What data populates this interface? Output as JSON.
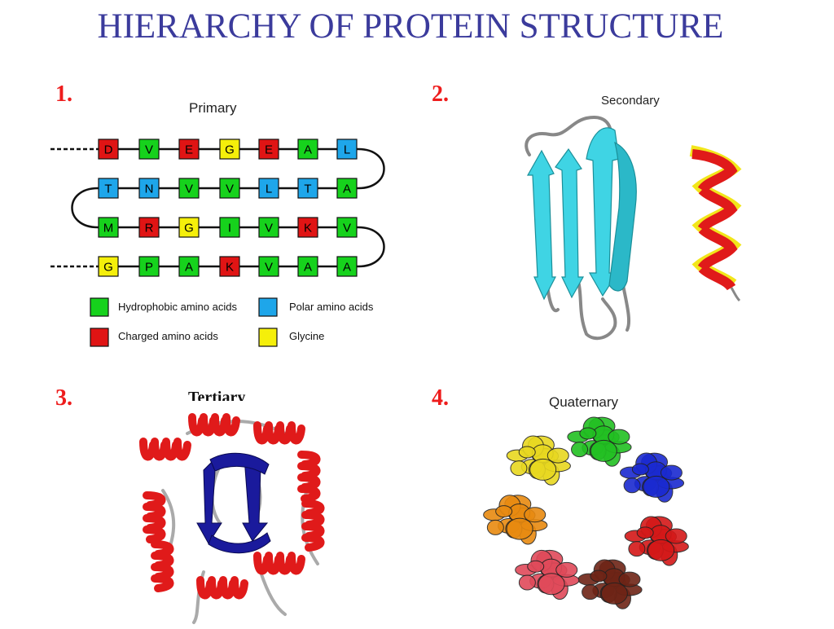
{
  "title": "HIERARCHY OF PROTEIN STRUCTURE",
  "panels": {
    "primary": {
      "number": "1.",
      "label": "Primary"
    },
    "secondary": {
      "number": "2.",
      "label": "Secondary"
    },
    "tertiary": {
      "number": "3.",
      "label": "Tertiary"
    },
    "quaternary": {
      "number": "4.",
      "label": "Quaternary"
    }
  },
  "sequence_rows": [
    [
      {
        "aa": "D",
        "cls": "charged"
      },
      {
        "aa": "V",
        "cls": "hydrophobic"
      },
      {
        "aa": "E",
        "cls": "charged"
      },
      {
        "aa": "G",
        "cls": "glycine"
      },
      {
        "aa": "E",
        "cls": "charged"
      },
      {
        "aa": "A",
        "cls": "hydrophobic"
      },
      {
        "aa": "L",
        "cls": "polar"
      }
    ],
    [
      {
        "aa": "T",
        "cls": "polar"
      },
      {
        "aa": "N",
        "cls": "polar"
      },
      {
        "aa": "V",
        "cls": "hydrophobic"
      },
      {
        "aa": "V",
        "cls": "hydrophobic"
      },
      {
        "aa": "L",
        "cls": "polar"
      },
      {
        "aa": "T",
        "cls": "polar"
      },
      {
        "aa": "A",
        "cls": "hydrophobic"
      }
    ],
    [
      {
        "aa": "M",
        "cls": "hydrophobic"
      },
      {
        "aa": "R",
        "cls": "charged"
      },
      {
        "aa": "G",
        "cls": "glycine"
      },
      {
        "aa": "I",
        "cls": "hydrophobic"
      },
      {
        "aa": "V",
        "cls": "hydrophobic"
      },
      {
        "aa": "K",
        "cls": "charged"
      },
      {
        "aa": "V",
        "cls": "hydrophobic"
      }
    ],
    [
      {
        "aa": "G",
        "cls": "glycine"
      },
      {
        "aa": "P",
        "cls": "hydrophobic"
      },
      {
        "aa": "A",
        "cls": "hydrophobic"
      },
      {
        "aa": "K",
        "cls": "charged"
      },
      {
        "aa": "V",
        "cls": "hydrophobic"
      },
      {
        "aa": "A",
        "cls": "hydrophobic"
      },
      {
        "aa": "A",
        "cls": "hydrophobic"
      }
    ]
  ],
  "legend": [
    {
      "label": "Hydrophobic amino acids",
      "cls": "hydrophobic"
    },
    {
      "label": "Polar amino acids",
      "cls": "polar"
    },
    {
      "label": "Charged amino acids",
      "cls": "charged"
    },
    {
      "label": "Glycine",
      "cls": "glycine"
    }
  ],
  "colors": {
    "hydrophobic": "#16d21c",
    "polar": "#1ea6ea",
    "charged": "#e01414",
    "glycine": "#f5ef0a",
    "title": "#3b3b9c",
    "number": "#ee1c1c",
    "sheet": "#3fd4e4",
    "helix_red": "#e01a1a",
    "helix_yellow": "#f2e61a",
    "tertiary_sheet": "#1a1a9c",
    "subunits": [
      "#22c022",
      "#1a2ad0",
      "#d41818",
      "#6e2416",
      "#e04a5a",
      "#e88a10",
      "#e8d820"
    ]
  },
  "icons": {
    "sheet": "beta-sheet-ribbon",
    "helix": "alpha-helix-ribbon",
    "tertiary": "tim-barrel-fold",
    "quaternary": "heptamer-ring"
  }
}
